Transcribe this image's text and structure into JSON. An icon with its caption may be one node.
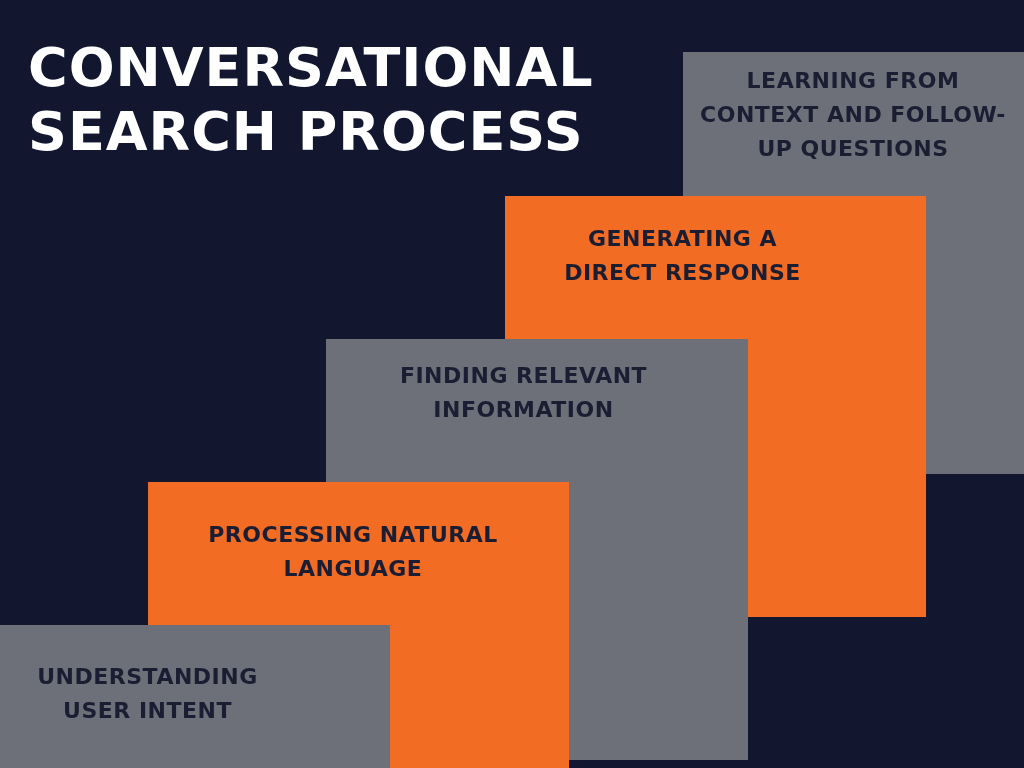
{
  "diagram": {
    "title": "CONVERSATIONAL SEARCH PROCESS",
    "nodes": [
      {
        "text": [
          "UNDERSTANDING USER INTENT"
        ]
      },
      {
        "text": [
          "PROCESSING NATURAL LANGUAGE"
        ]
      },
      {
        "text": [
          "FINDING RELEVANT INFORMATION"
        ]
      },
      {
        "text": [
          "GENERATING A DIRECT RESPONSE"
        ]
      },
      {
        "text": [
          "LEARNING FROM CONTEXT AND FOLLOW-UP QUESTIONS"
        ]
      }
    ],
    "edges": []
  }
}
